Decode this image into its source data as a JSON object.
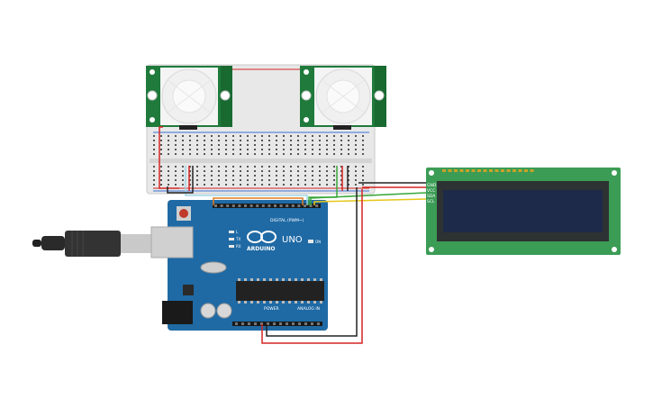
{
  "colors": {
    "background": "#ffffff",
    "breadboard": "#e6e6e6",
    "pir_board": "#1f7a3b",
    "arduino_board": "#1f6aa5",
    "lcd_board": "#3b9c55",
    "lcd_screen": "#1e2a4a",
    "wire_red": "#d62424",
    "wire_black": "#222222",
    "wire_green": "#3aa83a",
    "wire_yellow": "#e6c619",
    "wire_orange": "#e07b1f",
    "wire_lightblue": "#9fd6e6"
  },
  "arduino": {
    "logo_text": "ARDUINO",
    "model": "UNO",
    "digital_label": "DIGITAL (PWM~)",
    "power_label": "POWER",
    "analog_label": "ANALOG IN",
    "on_label": "ON",
    "led_l": "L",
    "led_tx": "TX",
    "led_rx": "RX"
  },
  "lcd": {
    "pin_labels": [
      "GND",
      "VCC",
      "SDA",
      "SCL"
    ]
  }
}
